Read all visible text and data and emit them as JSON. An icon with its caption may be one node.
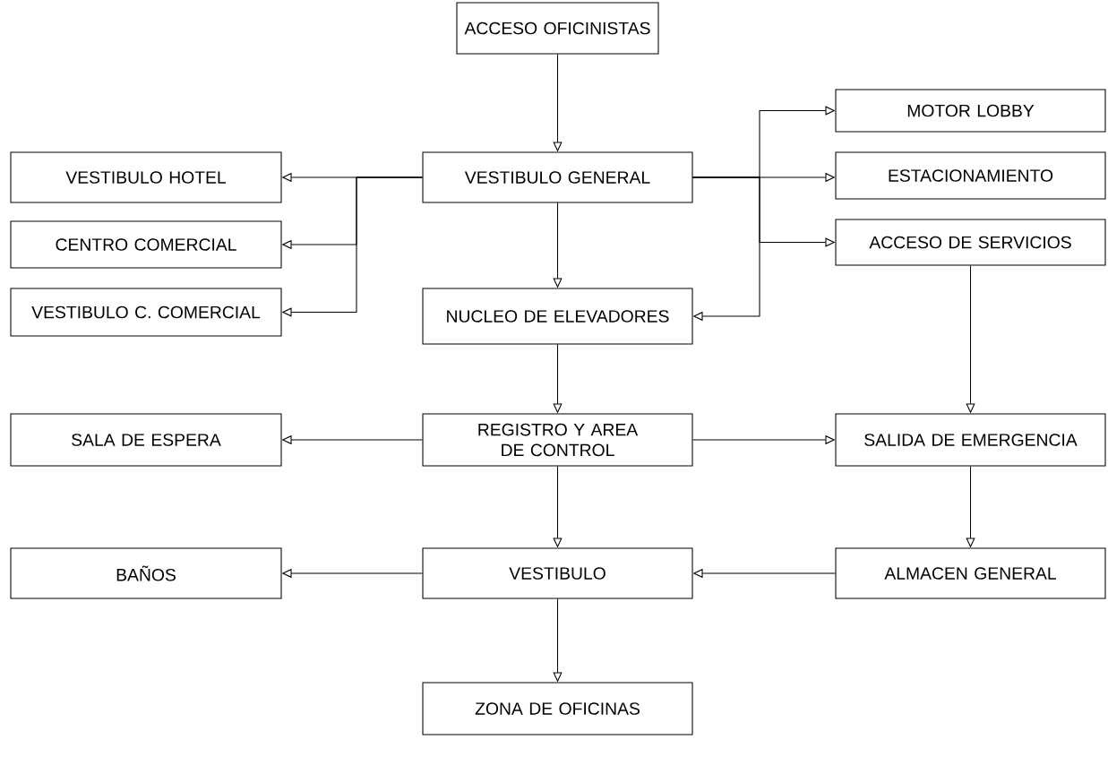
{
  "diagram": {
    "nodes": [
      {
        "text": [
          "ACCESO OFICINISTAS"
        ]
      },
      {
        "text": [
          "VESTIBULO GENERAL"
        ]
      },
      {
        "text": [
          "VESTIBULO HOTEL"
        ]
      },
      {
        "text": [
          "CENTRO COMERCIAL"
        ]
      },
      {
        "text": [
          "VESTIBULO C. COMERCIAL"
        ]
      },
      {
        "text": [
          "NUCLEO DE ELEVADORES"
        ]
      },
      {
        "text": [
          "MOTOR LOBBY"
        ]
      },
      {
        "text": [
          "ESTACIONAMIENTO"
        ]
      },
      {
        "text": [
          "ACCESO DE SERVICIOS"
        ]
      },
      {
        "text": [
          "REGISTRO Y AREA DE CONTROL"
        ]
      },
      {
        "text": [
          "SALA DE ESPERA"
        ]
      },
      {
        "text": [
          "SALIDA DE EMERGENCIA"
        ]
      },
      {
        "text": [
          "VESTIBULO"
        ]
      },
      {
        "text": [
          "BAÑOS"
        ]
      },
      {
        "text": [
          "ALMACEN GENERAL"
        ]
      },
      {
        "text": [
          "ZONA DE OFICINAS"
        ]
      }
    ],
    "edges": [
      {
        "from": 0,
        "to": 1,
        "arrow": "to"
      },
      {
        "from": 1,
        "to": 2,
        "arrow": "to"
      },
      {
        "from": 1,
        "to": 3,
        "arrow": "to"
      },
      {
        "from": 1,
        "to": 4,
        "arrow": "to"
      },
      {
        "from": 1,
        "to": 7,
        "arrow": "to"
      },
      {
        "from": 1,
        "to": 6,
        "arrow": "to"
      },
      {
        "from": 1,
        "to": 8,
        "arrow": "to"
      },
      {
        "from": 1,
        "to": 5,
        "arrow": "to"
      },
      {
        "from": 1,
        "to": 5,
        "arrow": "to"
      },
      {
        "from": 5,
        "to": 9,
        "arrow": "to"
      },
      {
        "from": 9,
        "to": 10,
        "arrow": "to"
      },
      {
        "from": 9,
        "to": 11,
        "arrow": "to"
      },
      {
        "from": 8,
        "to": 11,
        "arrow": "to"
      },
      {
        "from": 9,
        "to": 12,
        "arrow": "to"
      },
      {
        "from": 11,
        "to": 14,
        "arrow": "to"
      },
      {
        "from": 14,
        "to": 12,
        "arrow": "to"
      },
      {
        "from": 12,
        "to": 13,
        "arrow": "to"
      },
      {
        "from": 12,
        "to": 15,
        "arrow": "to"
      }
    ]
  }
}
